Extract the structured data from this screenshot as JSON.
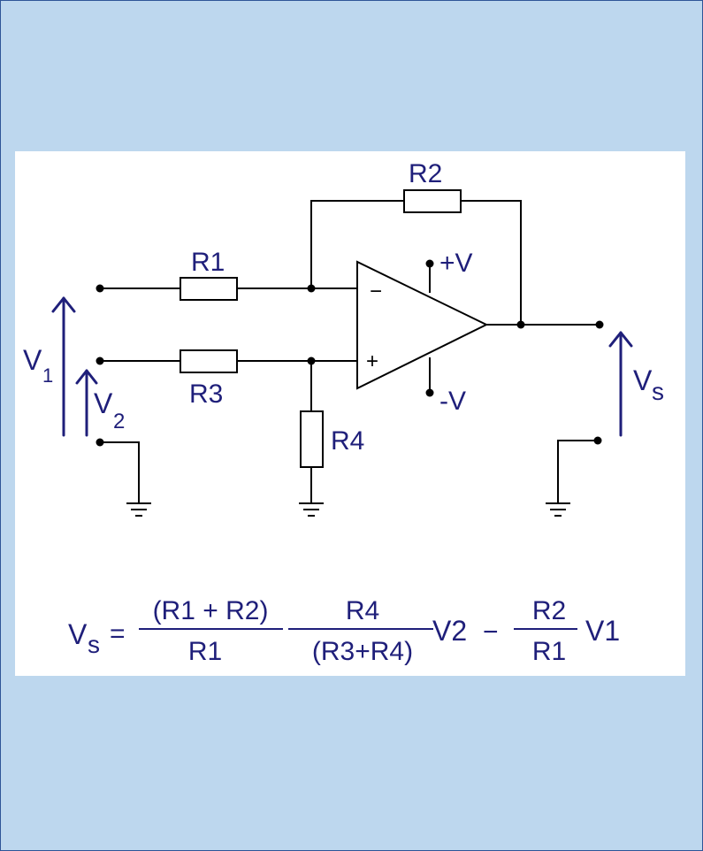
{
  "labels": {
    "r1": "R1",
    "r2": "R2",
    "r3": "R3",
    "r4": "R4",
    "plus_v": "+V",
    "minus_v": "-V",
    "inv_sign": "−",
    "noninv_sign": "+",
    "v1_main": "V",
    "v1_sub": "1",
    "v2_main": "V",
    "v2_sub": "2",
    "vs_main": "V",
    "vs_sub": "s"
  },
  "equation": {
    "lhs_main": "V",
    "lhs_sub": "s",
    "equals": "=",
    "frac1_num": "(R1 + R2)",
    "frac1_den": "R1",
    "frac2_num": "R4",
    "frac2_den": "(R3+R4)",
    "mult1": "V2",
    "minus": "−",
    "frac3_num": "R2",
    "frac3_den": "R1",
    "mult2": "V1"
  },
  "colors": {
    "background": "#bdd7ee",
    "border": "#2f5597",
    "panel": "#ffffff",
    "wire": "#000000",
    "text": "#1f1f7a",
    "arrow": "#1f1f7a"
  }
}
